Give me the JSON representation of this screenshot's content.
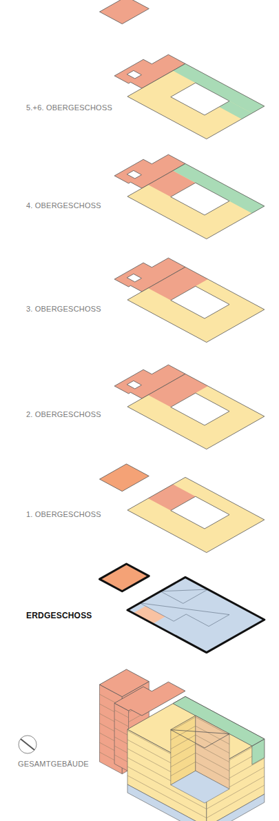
{
  "diagram": {
    "labels": [
      "5.+6. OBERGESCHOSS",
      "4. OBERGESCHOSS",
      "3. OBERGESCHOSS",
      "2. OBERGESCHOSS",
      "1. OBERGESCHOSS",
      "ERDGESCHOSS",
      "GESAMTGEBÄUDE"
    ]
  }
}
